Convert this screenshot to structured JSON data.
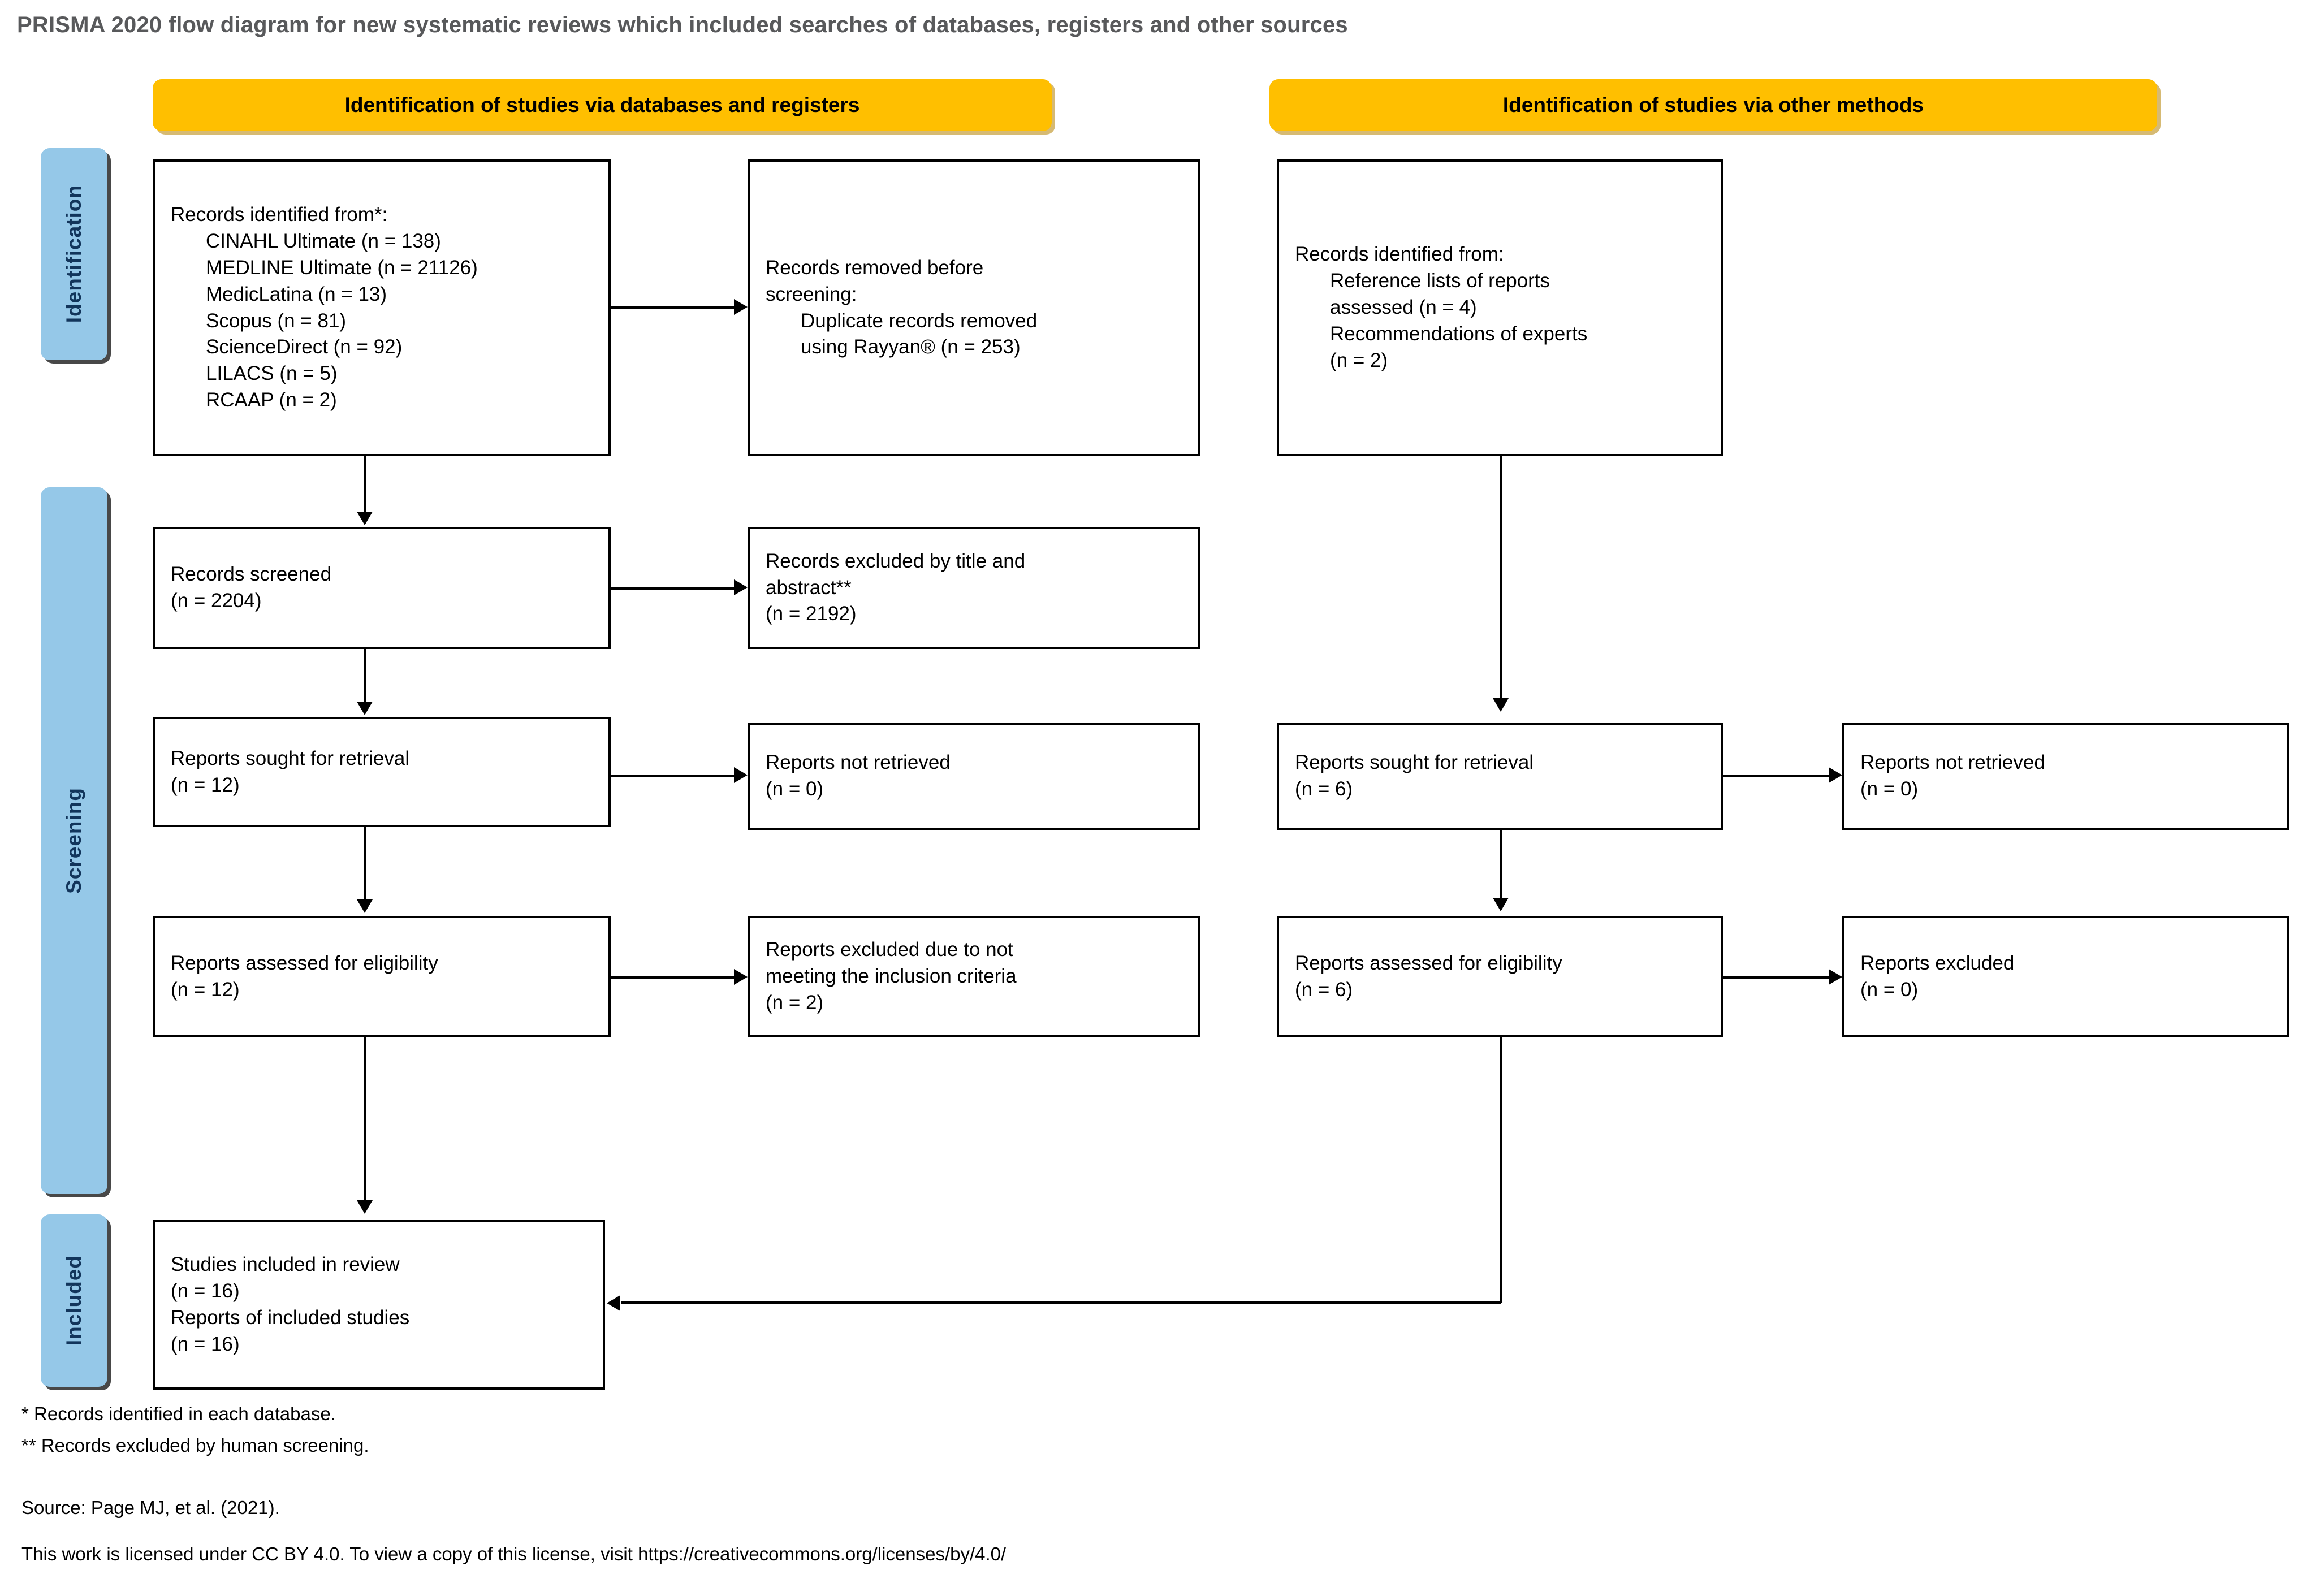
{
  "title": "PRISMA 2020 flow diagram for new systematic reviews which included searches of databases, registers and other sources",
  "colors": {
    "banner": "#FFBF00",
    "stage_label": "#95C8E8",
    "box_border": "#000000",
    "title_text": "#58595b"
  },
  "banners": {
    "databases": "Identification of studies via databases and registers",
    "other": "Identification of studies via other methods"
  },
  "stages": {
    "identification": "Identification",
    "screening": "Screening",
    "included": "Included"
  },
  "boxes": {
    "identified_db": {
      "heading": "Records identified from*:",
      "items": [
        "CINAHL Ultimate (n = 138)",
        "MEDLINE Ultimate (n = 21126)",
        "MedicLatina (n = 13)",
        "Scopus (n = 81)",
        "ScienceDirect (n = 92)",
        "LILACS (n = 5)",
        "RCAAP (n = 2)"
      ]
    },
    "removed_before_screening": {
      "line1": "Records removed before",
      "line2": "screening:",
      "line3": "Duplicate records removed",
      "line4": "using Rayyan® (n = 253)"
    },
    "identified_other": {
      "heading": "Records identified from:",
      "line1": "Reference lists of reports",
      "line2": "assessed (n = 4)",
      "line3": "Recommendations of experts",
      "line4": "(n = 2)"
    },
    "records_screened": {
      "label": "Records screened",
      "count": "(n = 2204)"
    },
    "records_excluded_title_abstract": {
      "line1": "Records excluded by title and",
      "line2": "abstract**",
      "count": "(n = 2192)"
    },
    "reports_sought_db": {
      "label": "Reports sought for retrieval",
      "count": "(n = 12)"
    },
    "reports_not_retrieved_db": {
      "label": "Reports not retrieved",
      "count": "(n = 0)"
    },
    "reports_sought_other": {
      "label": "Reports sought for retrieval",
      "count": "(n = 6)"
    },
    "reports_not_retrieved_other": {
      "label": "Reports not retrieved",
      "count": "(n = 0)"
    },
    "reports_eligibility_db": {
      "label": "Reports assessed for eligibility",
      "count": "(n = 12)"
    },
    "reports_excluded_criteria": {
      "line1": "Reports excluded due to not",
      "line2": "meeting the inclusion criteria",
      "count": "(n = 2)"
    },
    "reports_eligibility_other": {
      "label": "Reports assessed for eligibility",
      "count": "(n = 6)"
    },
    "reports_excluded_other": {
      "label": "Reports excluded",
      "count": "(n = 0)"
    },
    "studies_included": {
      "line1": "Studies included in review",
      "count1": "(n = 16)",
      "line2": "Reports of included studies",
      "count2": "(n = 16)"
    }
  },
  "footnotes": {
    "star": "* Records identified in each database.",
    "double_star": "** Records excluded by human screening.",
    "source": "Source: Page MJ, et al. (2021).",
    "license": "This work is licensed under CC BY 4.0. To view a copy of this license, visit https://creativecommons.org/licenses/by/4.0/"
  }
}
